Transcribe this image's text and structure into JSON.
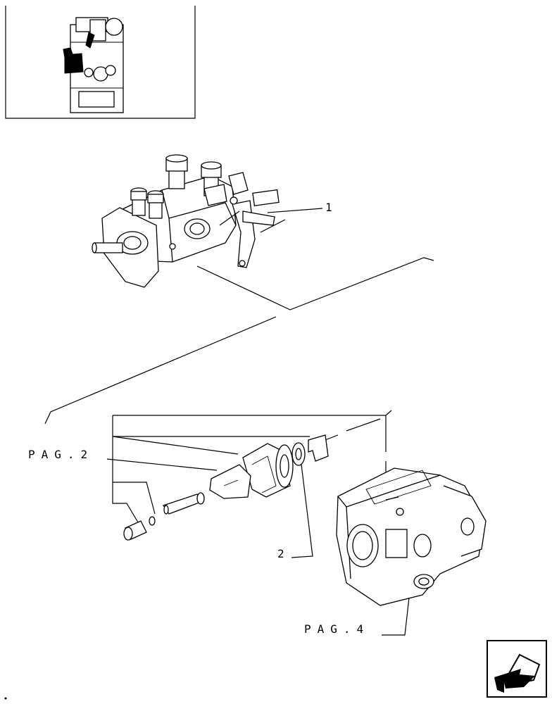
{
  "callouts": {
    "item_1": "1",
    "item_2": "2",
    "ref_pag2": "PAG.2",
    "ref_pag4": "PAG.4"
  },
  "icons": {
    "navigation": "arrow-next-page-icon",
    "locator": "engine-locator-thumbnail"
  },
  "colors": {
    "ink": "#000000",
    "paper": "#ffffff"
  }
}
